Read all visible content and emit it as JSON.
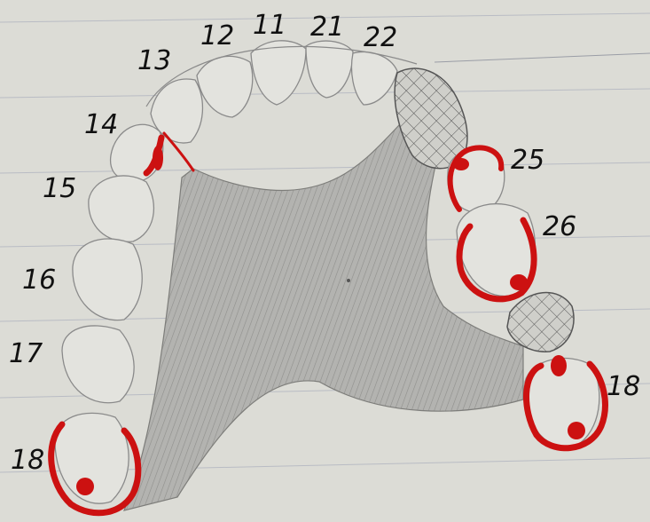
{
  "colors": {
    "paper": "#dcdcd6",
    "ruled_line": "#b9bcc4",
    "pencil": "#8a8a8a",
    "shading": "#a6a6a3",
    "clasp_red": "#cc1111",
    "ink": "#111111"
  },
  "teeth_labels": {
    "t13": "13",
    "t12": "12",
    "t11": "11",
    "t21": "21",
    "t22": "22",
    "t14": "14",
    "t15_left": "15",
    "t16_left": "16",
    "t17_left": "17",
    "t18_left": "18",
    "t25": "25",
    "t26": "26",
    "t28": "18"
  }
}
